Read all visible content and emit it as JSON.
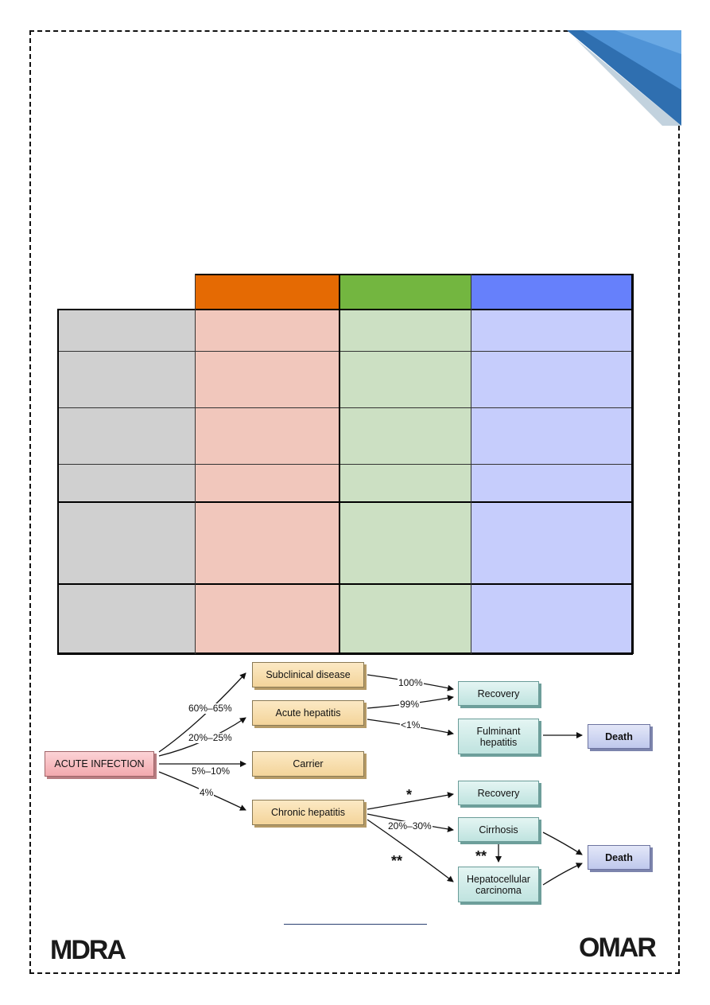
{
  "table": {
    "header_colors": [
      "#e56a03",
      "#73b640",
      "#6680fb"
    ],
    "body_colors": [
      "#d0d0d0",
      "#f1c7bc",
      "#cce0c3",
      "#c6cdfc"
    ]
  },
  "flowchart": {
    "acute_infection": "ACUTE INFECTION",
    "subclinical": "Subclinical disease",
    "acute_hepatitis": "Acute hepatitis",
    "carrier": "Carrier",
    "chronic_hepatitis": "Chronic hepatitis",
    "recovery_1": "Recovery",
    "fulminant_line1": "Fulminant",
    "fulminant_line2": "hepatitis",
    "death_1": "Death",
    "recovery_2": "Recovery",
    "cirrhosis": "Cirrhosis",
    "hcc_line1": "Hepatocellular",
    "hcc_line2": "carcinoma",
    "death_2": "Death",
    "pct_60_65": "60%–65%",
    "pct_20_25": "20%–25%",
    "pct_5_10": "5%–10%",
    "pct_4": "4%",
    "pct_100": "100%",
    "pct_99": "99%",
    "pct_lt1": "<1%",
    "pct_20_30": "20%–30%",
    "star_single": "*",
    "star_double_1": "**",
    "star_double_2": "**"
  },
  "footer": {
    "logo_left": "MDRA",
    "logo_right": "OMAR"
  }
}
